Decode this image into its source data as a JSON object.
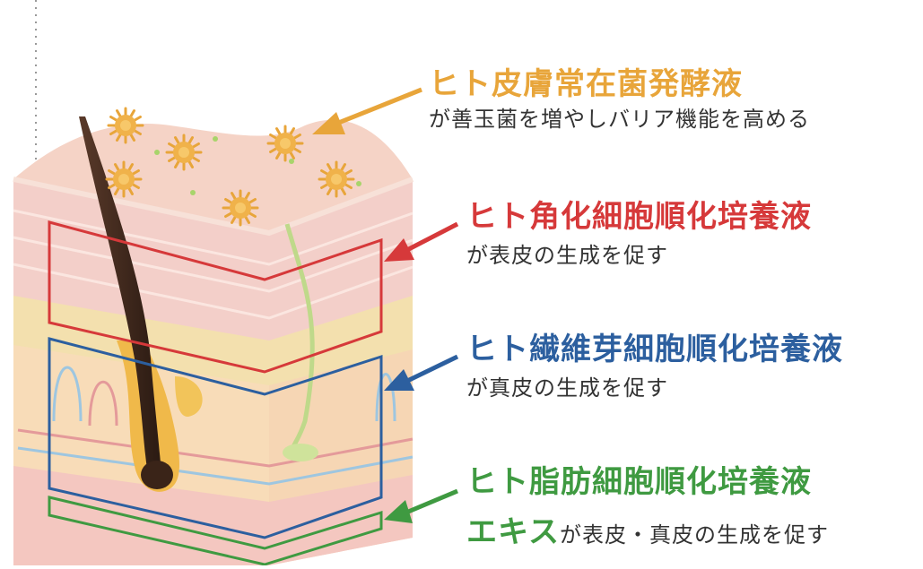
{
  "colors": {
    "orange": "#e8a53a",
    "red": "#d6393a",
    "blue": "#2c5f9f",
    "green": "#3f9a41",
    "text": "#333333"
  },
  "labels": [
    {
      "id": "ferment",
      "title": "ヒト皮膚常在菌発酵液",
      "subtitle": "が善玉菌を増やしバリア機能を高める",
      "color": "#e8a53a"
    },
    {
      "id": "keratinocyte",
      "title": "ヒト角化細胞順化培養液",
      "subtitle": "が表皮の生成を促す",
      "color": "#d6393a"
    },
    {
      "id": "fibroblast",
      "title": "ヒト繊維芽細胞順化培養液",
      "subtitle": "が真皮の生成を促す",
      "color": "#2c5f9f"
    },
    {
      "id": "adipocyte",
      "title": "ヒト脂肪細胞順化培養液",
      "subtitle_prefix": "エキス",
      "subtitle": "が表皮・真皮の生成を促す",
      "color": "#3f9a41"
    }
  ]
}
